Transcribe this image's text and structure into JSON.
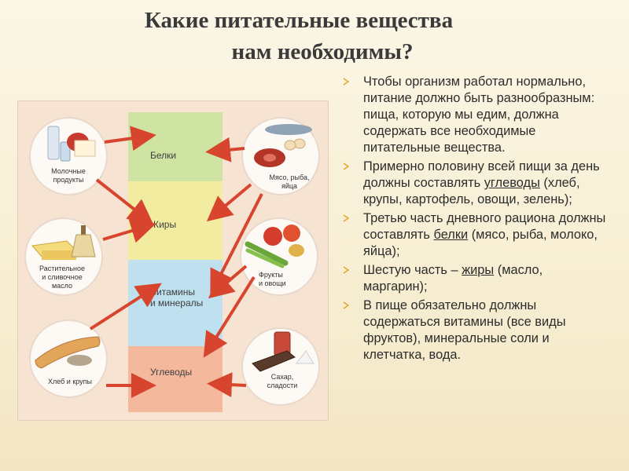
{
  "title": {
    "line1": "Какие питательные вещества",
    "line2": "нам необходимы?"
  },
  "figure": {
    "bands": [
      "Белки",
      "Жиры",
      "Витамины",
      "и минералы",
      "Углеводы"
    ],
    "circles": {
      "dairy": [
        "Молочные",
        "продукты"
      ],
      "meat": [
        "Мясо, рыба,",
        "яйца"
      ],
      "oil": [
        "Растительное",
        "и сливочное",
        "масло"
      ],
      "fruit": [
        "Фрукты",
        "и овощи"
      ],
      "bread": [
        "Хлеб и крупы"
      ],
      "sugar": [
        "Сахар,",
        "сладости"
      ]
    }
  },
  "bullets": {
    "b1": "Чтобы организм работал нормально, питание должно быть разнообразным: пища, которую мы едим, должна содержать все необходимые питательные вещества.",
    "b2_pre": "Примерно половину всей пищи за день должны составлять ",
    "b2_u": "углеводы",
    "b2_post": " (хлеб, крупы, картофель, овощи, зелень);",
    "b3_pre": "Третью часть дневного рациона должны составлять ",
    "b3_u": "белки",
    "b3_post": " (мясо, рыба, молоко, яйца);",
    "b4_pre": "Шестую часть – ",
    "b4_u": "жиры",
    "b4_post": " (масло, маргарин);",
    "b5": "В пище обязательно должны содержаться витамины (все виды фруктов), минеральные соли и клетчатка, вода."
  },
  "colors": {
    "bullet": "#e8a020",
    "arrow": "#d8452f"
  }
}
